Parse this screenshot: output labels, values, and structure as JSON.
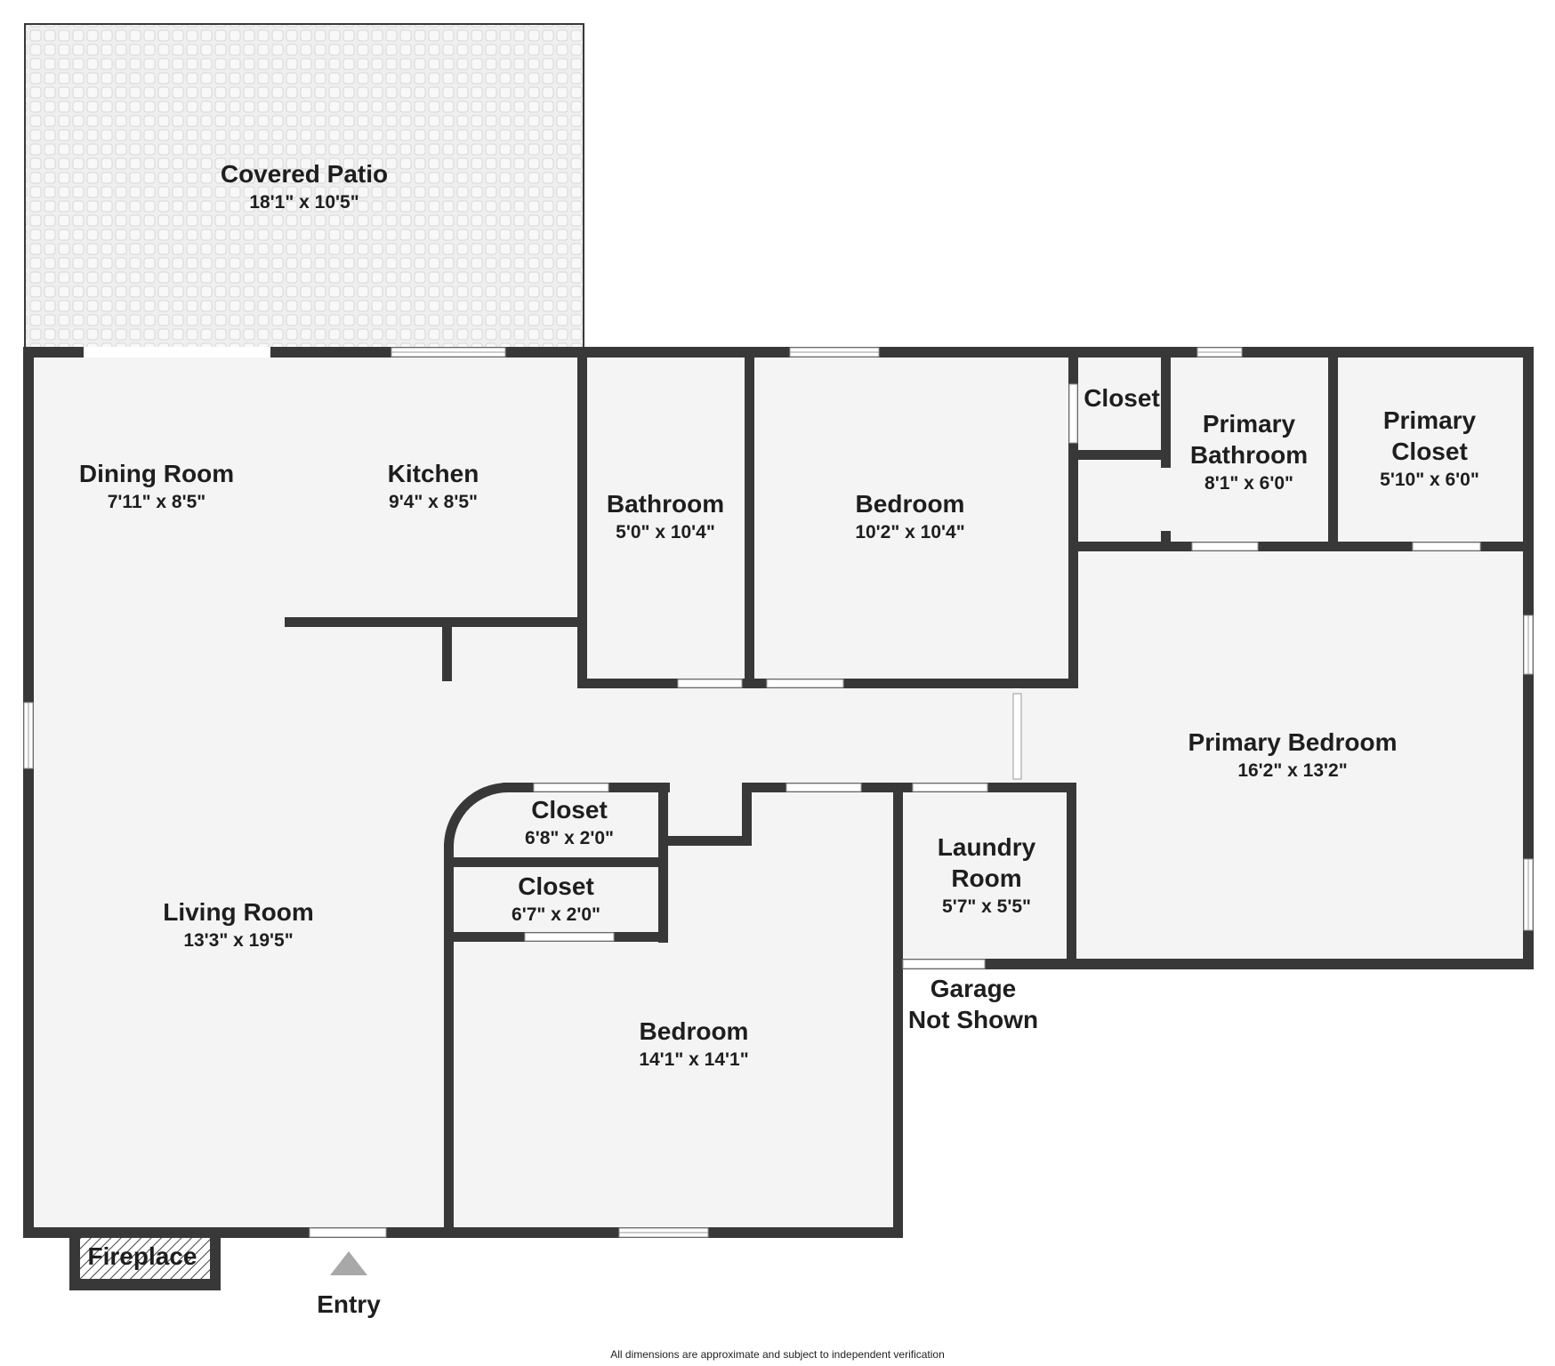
{
  "rooms": {
    "covered_patio": {
      "name": "Covered Patio",
      "dim": "18'1\" x 10'5\""
    },
    "dining_room": {
      "name": "Dining Room",
      "dim": "7'11\" x 8'5\""
    },
    "kitchen": {
      "name": "Kitchen",
      "dim": "9'4\" x 8'5\""
    },
    "bathroom": {
      "name": "Bathroom",
      "dim": "5'0\" x 10'4\""
    },
    "bedroom_top": {
      "name": "Bedroom",
      "dim": "10'2\" x 10'4\""
    },
    "closet_top": {
      "name": "Closet"
    },
    "primary_bathroom": {
      "name_1": "Primary",
      "name_2": "Bathroom",
      "dim": "8'1\" x 6'0\""
    },
    "primary_closet": {
      "name_1": "Primary",
      "name_2": "Closet",
      "dim": "5'10\" x 6'0\""
    },
    "primary_bedroom": {
      "name": "Primary Bedroom",
      "dim": "16'2\" x 13'2\""
    },
    "closet_upper": {
      "name": "Closet",
      "dim": "6'8\" x 2'0\""
    },
    "closet_lower": {
      "name": "Closet",
      "dim": "6'7\" x 2'0\""
    },
    "laundry_room": {
      "name_1": "Laundry",
      "name_2": "Room",
      "dim": "5'7\" x 5'5\""
    },
    "living_room": {
      "name": "Living Room",
      "dim": "13'3\" x 19'5\""
    },
    "bedroom_bottom": {
      "name": "Bedroom",
      "dim": "14'1\" x 14'1\""
    }
  },
  "labels": {
    "garage_1": "Garage",
    "garage_2": "Not Shown",
    "fireplace": "Fireplace",
    "entry": "Entry"
  },
  "footer": {
    "disclaimer": "All dimensions are approximate and subject to independent verification"
  },
  "colors": {
    "wall": "#383838",
    "floor": "#f4f4f4",
    "patio": "#ededed"
  },
  "icons": {
    "entry": "entry-arrow-icon"
  }
}
